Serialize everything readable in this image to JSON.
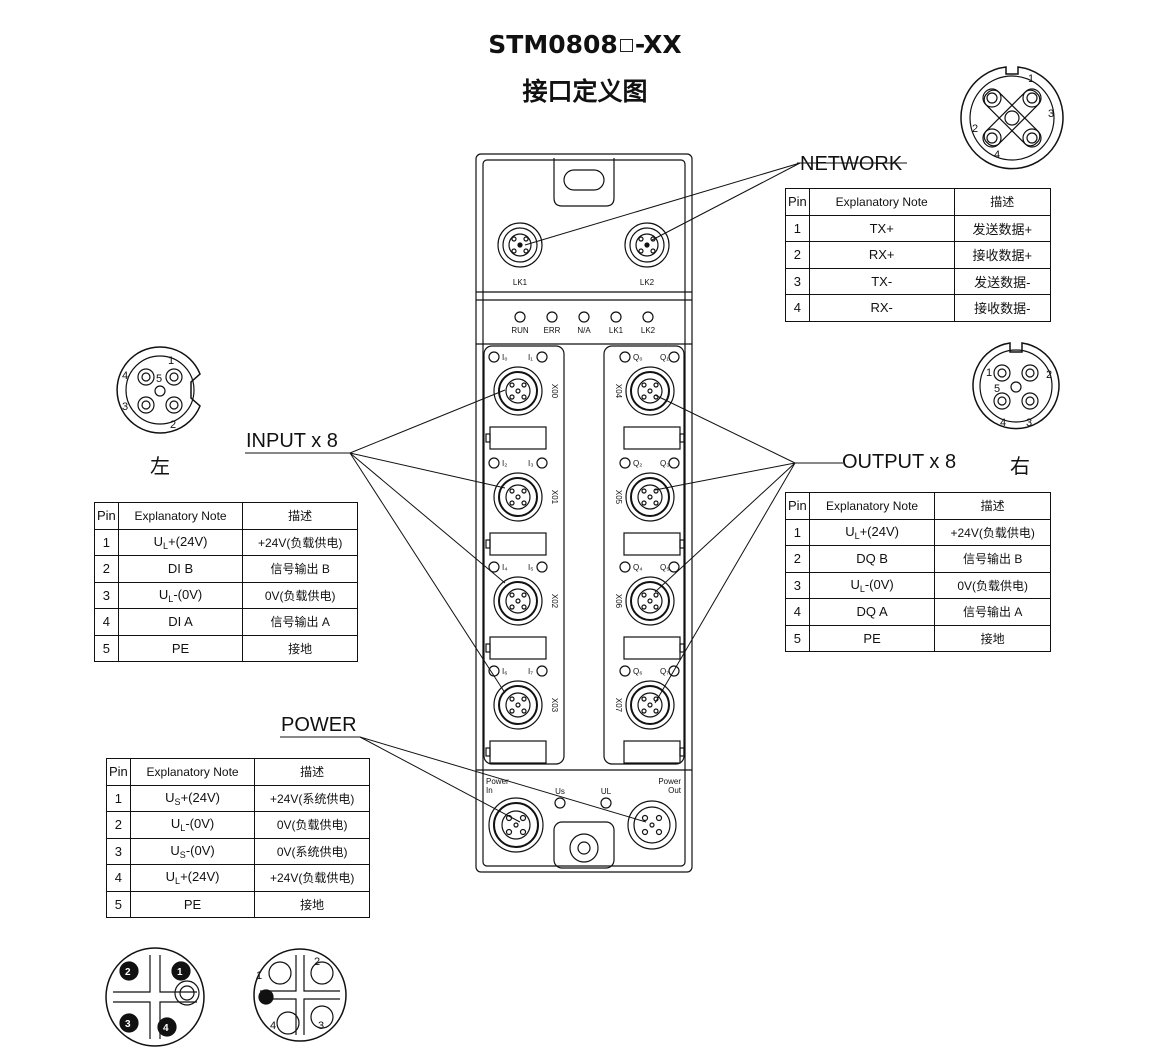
{
  "header": {
    "title_prefix": "STM0808",
    "title_suffix": "-XX",
    "subtitle": "接口定义图"
  },
  "labels": {
    "network": "NETWORK",
    "input": "INPUT x 8",
    "output": "OUTPUT x 8",
    "power": "POWER",
    "left": "左",
    "right": "右"
  },
  "device": {
    "ports": {
      "lk1": "LK1",
      "lk2": "LK2",
      "x00": "X00",
      "x01": "X01",
      "x02": "X02",
      "x03": "X03",
      "x04": "X04",
      "x05": "X05",
      "x06": "X06",
      "x07": "X07"
    },
    "leds": {
      "run": "RUN",
      "err": "ERR",
      "na": "N/A",
      "lk1": "LK1",
      "lk2": "LK2"
    },
    "io_leds": {
      "i0": "I₀",
      "i1": "I₁",
      "i2": "I₂",
      "i3": "I₃",
      "i4": "I₄",
      "i5": "I₅",
      "i6": "I₆",
      "i7": "I₇",
      "q0": "Q₀",
      "q1": "Q₁",
      "q2": "Q₂",
      "q3": "Q₃",
      "q4": "Q₄",
      "q5": "Q₅",
      "q6": "Q₆",
      "q7": "Q₇"
    },
    "power": {
      "power_in_1": "Power",
      "power_in_2": "In",
      "power_out_1": "Power",
      "power_out_2": "Out",
      "us": "Us",
      "ul": "UL"
    }
  },
  "connectors": {
    "network": {
      "p1": "1",
      "p2": "2",
      "p3": "3",
      "p4": "4"
    },
    "left": {
      "p1": "1",
      "p2": "2",
      "p3": "3",
      "p4": "4",
      "p5": "5"
    },
    "right": {
      "p1": "1",
      "p2": "2",
      "p3": "3",
      "p4": "4",
      "p5": "5"
    },
    "power_in": {
      "p1": "1",
      "p2": "2",
      "p3": "3",
      "p4": "4"
    },
    "power_out": {
      "p1": "1",
      "p2": "2",
      "p3": "3",
      "p4": "4"
    }
  },
  "tables": {
    "network": {
      "headers": [
        "Pin",
        "Explanatory Note",
        "描述"
      ],
      "rows": [
        [
          "1",
          "TX+",
          "发送数据+"
        ],
        [
          "2",
          "RX+",
          "接收数据+"
        ],
        [
          "3",
          "TX-",
          "发送数据-"
        ],
        [
          "4",
          "RX-",
          "接收数据-"
        ]
      ]
    },
    "input": {
      "headers": [
        "Pin",
        "Explanatory Note",
        "描述"
      ],
      "rows": [
        [
          "1",
          "+(24V)",
          "+24V(负载供电)"
        ],
        [
          "2",
          "DI B",
          "信号输出 B"
        ],
        [
          "3",
          "-(0V)",
          "0V(负载供电)"
        ],
        [
          "4",
          "DI A",
          "信号输出 A"
        ],
        [
          "5",
          "PE",
          "接地"
        ]
      ]
    },
    "output": {
      "headers": [
        "Pin",
        "Explanatory Note",
        "描述"
      ],
      "rows": [
        [
          "1",
          "+(24V)",
          "+24V(负载供电)"
        ],
        [
          "2",
          "DQ B",
          "信号输出 B"
        ],
        [
          "3",
          "-(0V)",
          "0V(负载供电)"
        ],
        [
          "4",
          "DQ A",
          "信号输出 A"
        ],
        [
          "5",
          "PE",
          "接地"
        ]
      ]
    },
    "power": {
      "headers": [
        "Pin",
        "Explanatory Note",
        "描述"
      ],
      "rows": [
        [
          "1",
          "+(24V)",
          "+24V(系统供电)"
        ],
        [
          "2",
          "-(0V)",
          "0V(负载供电)"
        ],
        [
          "3",
          "-(0V)",
          "0V(系统供电)"
        ],
        [
          "4",
          "+(24V)",
          "+24V(负载供电)"
        ],
        [
          "5",
          "PE",
          "接地"
        ]
      ]
    }
  },
  "subscripts": {
    "u": "U",
    "l": "L",
    "s": "S"
  }
}
